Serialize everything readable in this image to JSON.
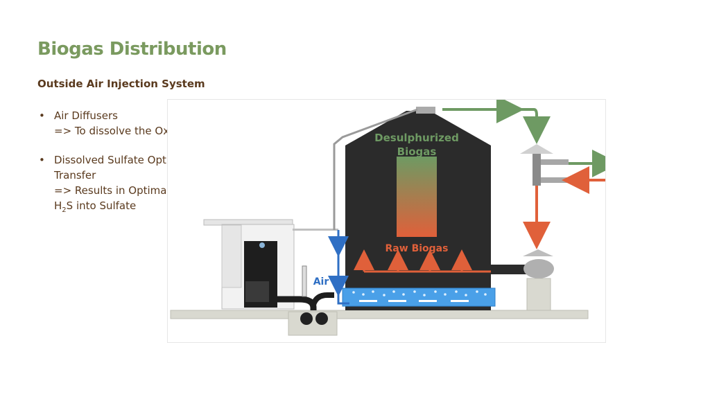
{
  "slide": {
    "title": "Biogas Distribution",
    "subtitle": "Outside Air Injection System"
  },
  "bullets": [
    {
      "lines": [
        "Air Diffusers",
        "=> To dissolve the Oxygen in Water"
      ]
    },
    {
      "lines": [
        "Dissolved Sulfate Optimizes Oxygen",
        "Transfer",
        "=> Results in Optimal Oxydation of"
      ],
      "formula": {
        "prefix": "H",
        "sub": "2",
        "suffix": "S into Sulfate"
      }
    }
  ],
  "diagram": {
    "labels": {
      "desulph_line1": "Desulphurized",
      "desulph_line2": "Biogas",
      "raw": "Raw Biogas",
      "air": "Air"
    },
    "colors": {
      "green": "#6e9a63",
      "orange": "#e0603a",
      "blue": "#2f6fc4",
      "tank": "#2b2b2b"
    }
  }
}
